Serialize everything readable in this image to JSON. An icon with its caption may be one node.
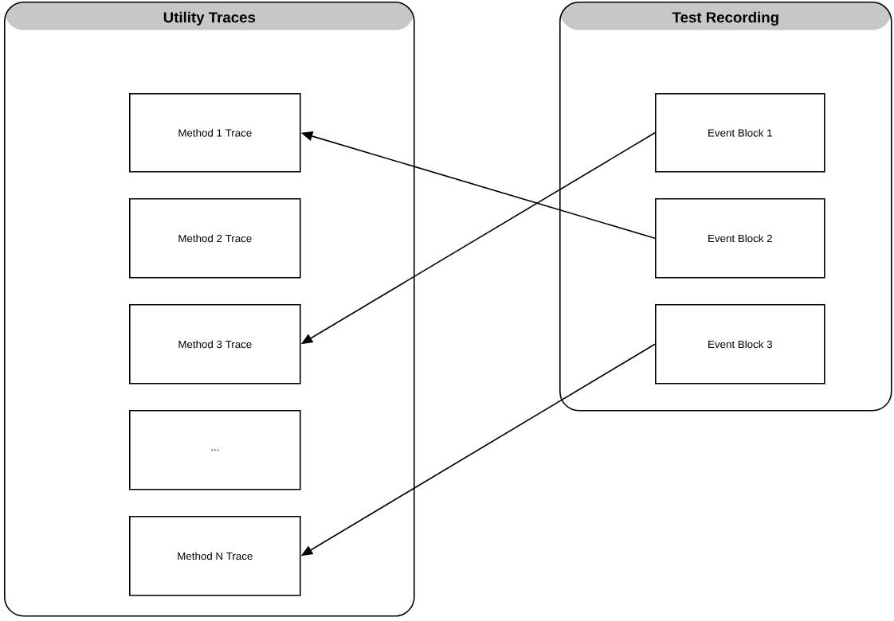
{
  "diagram": {
    "nodes": [
      {
        "text": [
          "Utility Traces"
        ]
      },
      {
        "text": [
          "Method 1 Trace"
        ],
        "in": 0
      },
      {
        "text": [
          "Method 2 Trace"
        ],
        "in": 0
      },
      {
        "text": [
          "Method 3 Trace"
        ],
        "in": 0
      },
      {
        "text": [
          "..."
        ],
        "in": 0
      },
      {
        "text": [
          "Method N Trace"
        ],
        "in": 0
      },
      {
        "text": [
          "Test Recording"
        ]
      },
      {
        "text": [
          "Event Block 1"
        ],
        "in": 6
      },
      {
        "text": [
          "Event Block 2"
        ],
        "in": 6
      },
      {
        "text": [
          "Event Block 3"
        ],
        "in": 6
      }
    ],
    "edges": [
      {
        "from": 8,
        "to": 1,
        "arrow": "to"
      },
      {
        "from": 7,
        "to": 3,
        "arrow": "to"
      },
      {
        "from": 9,
        "to": 5,
        "arrow": "to"
      }
    ]
  }
}
